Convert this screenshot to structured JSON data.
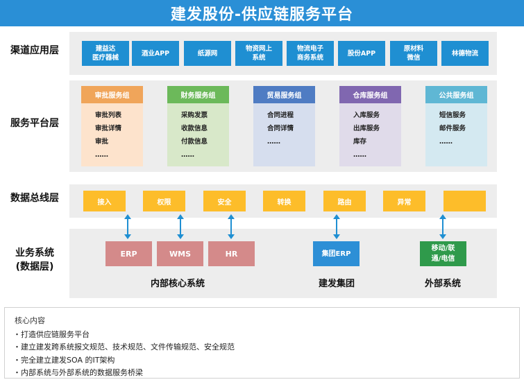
{
  "title": "建发股份-供应链服务平台",
  "layers": {
    "channel": "渠道应用层",
    "service": "服务平台层",
    "bus": "数据总线层",
    "business_line1": "业务系统",
    "business_line2": "(数据层)"
  },
  "channels": [
    "建益达\n医疗器械",
    "酒业APP",
    "纸源网",
    "物资网上\n系统",
    "物流电子\n商务系统",
    "股份APP",
    "原材料\n微信",
    "林德物流"
  ],
  "service_groups": [
    {
      "title": "审批服务组",
      "items": [
        "审批列表",
        "审批详情",
        "审批",
        "……"
      ],
      "head_color": "#f0a55a",
      "body_color": "#fde3cc"
    },
    {
      "title": "财务服务组",
      "items": [
        "采购发票",
        "收款信息",
        "付款信息",
        "……"
      ],
      "head_color": "#6cb95a",
      "body_color": "#d8e8c9"
    },
    {
      "title": "贸易服务组",
      "items": [
        "合同进程",
        "合同详情",
        "……"
      ],
      "head_color": "#4f7cc3",
      "body_color": "#d6deee"
    },
    {
      "title": "仓库服务组",
      "items": [
        "入库服务",
        "出库服务",
        "库存",
        "……"
      ],
      "head_color": "#8067b0",
      "body_color": "#e0dbea"
    },
    {
      "title": "公共服务组",
      "items": [
        "短信服务",
        "邮件服务",
        "……"
      ],
      "head_color": "#5fb7d4",
      "body_color": "#d4e9f1"
    }
  ],
  "bus_items": [
    "接入",
    "权限",
    "安全",
    "转换",
    "路由",
    "异常",
    ""
  ],
  "systems": {
    "erp": "ERP",
    "wms": "WMS",
    "hr": "HR",
    "group_erp": "集团ERP",
    "mobile": "移动/联\n通/电信"
  },
  "system_groups": {
    "internal": "内部核心系统",
    "group": "建发集团",
    "external": "外部系统"
  },
  "colors": {
    "title_bar": "#2a8fd6",
    "channel_box": "#1f8fd2",
    "bus_box": "#fdbd2a",
    "internal_sys": "#d48a8a",
    "group_sys": "#2d8fd6",
    "external_sys": "#2f9a4b",
    "arrow": "#1f8fd2"
  },
  "core": {
    "title": "核心内容",
    "items": [
      "・打造供应链服务平台",
      "・建立建发跨系统报文规范、技术规范、文件传输规范、安全规范",
      "・完全建立建发SOA 的IT架构",
      "・内部系统与外部系统的数据服务桥梁"
    ]
  }
}
